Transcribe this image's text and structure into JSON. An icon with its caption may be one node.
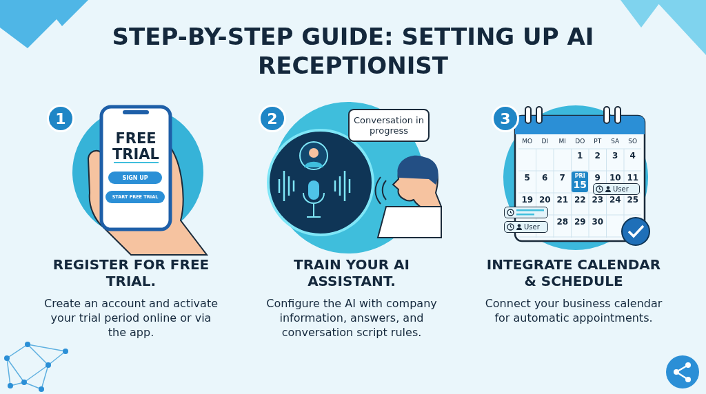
{
  "diagram": {
    "title": "STEP-BY-STEP GUIDE: SETTING UP AI RECEPTIONIST",
    "nodes": [
      {
        "text": [
          "1"
        ]
      },
      {
        "text": [
          "2"
        ]
      },
      {
        "text": [
          "3"
        ]
      },
      {
        "text": [
          "Conversation in progress"
        ]
      },
      {
        "text": [
          "SIGN UP"
        ]
      },
      {
        "text": [
          "START FREE TRIAL"
        ]
      },
      {
        "text": [
          "User"
        ]
      },
      {
        "text": [],
        "shape": "box"
      },
      {
        "text": [
          "User"
        ]
      }
    ],
    "labels": [
      "FREE TRIAL",
      "MO",
      "DI",
      "MI",
      "DO",
      "PT",
      "SA",
      "SO",
      "1",
      "2",
      "3",
      "4",
      "5",
      "6",
      "7",
      "PRI",
      "15",
      "9",
      "10",
      "11",
      "19",
      "20",
      "21",
      "22",
      "23",
      "24",
      "25",
      "28",
      "29",
      "30",
      "REGISTER FOR FREE TRIAL.",
      "Create an account and activate your trial period online or via the app.",
      "TRAIN YOUR AI ASSISTANT.",
      "Configure the AI with company information, answers, and conversation script rules.",
      "INTEGRATE CALENDAR & SCHEDULE",
      "Connect your business calendar for automatic appointments."
    ]
  }
}
